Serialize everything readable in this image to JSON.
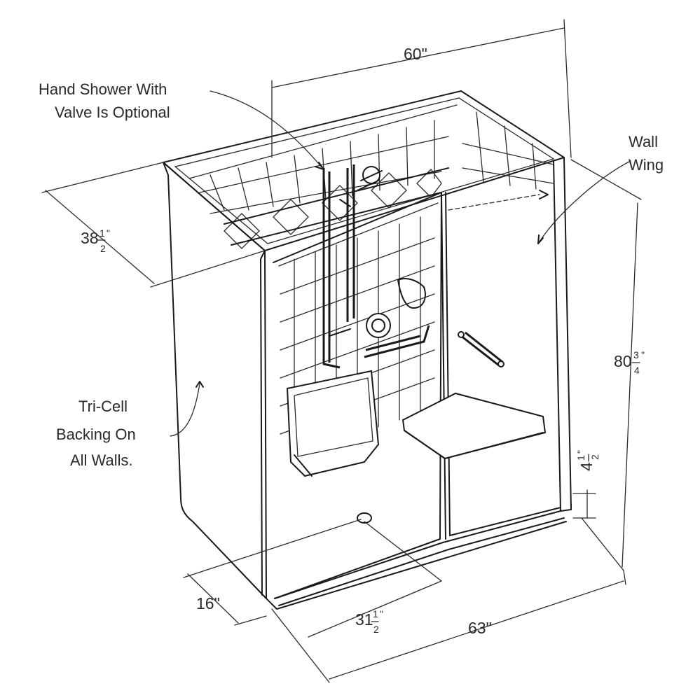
{
  "callouts": {
    "hand_shower_line1": "Hand Shower With",
    "hand_shower_line2": "Valve Is Optional",
    "wall_line1": "Wall",
    "wall_line2": "Wing",
    "tricell_line1": "Tri-Cell",
    "tricell_line2": "Backing On",
    "tricell_line3": "All Walls."
  },
  "dimensions": {
    "width_top": "60\"",
    "depth_whole": "38",
    "depth_num": "1",
    "depth_den": "2",
    "depth_mark": "\"",
    "height_whole": "80",
    "height_num": "3",
    "height_den": "4",
    "height_mark": "\"",
    "threshold_whole": "4",
    "threshold_num": "1",
    "threshold_den": "2",
    "threshold_mark": "\"",
    "drain_offset": "16\"",
    "drain_center_whole": "31",
    "drain_center_num": "1",
    "drain_center_den": "2",
    "drain_center_mark": "\"",
    "width_bottom": "63\""
  }
}
